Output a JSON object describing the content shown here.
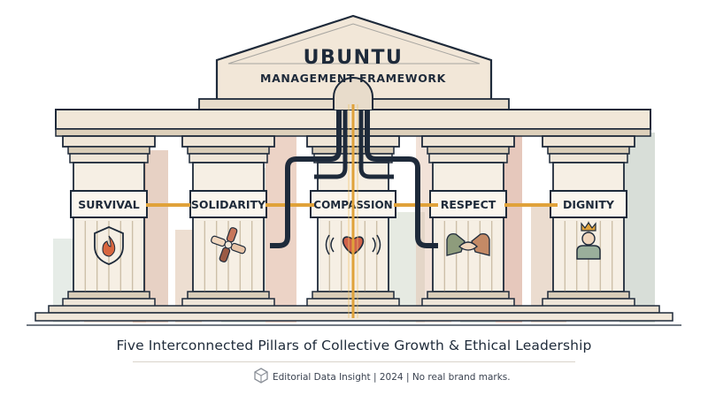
{
  "title": {
    "main": "UBUNTU",
    "sub": "MANAGEMENT FRAMEWORK"
  },
  "pillars": [
    {
      "label": "SURVIVAL",
      "icon": "flame-shield-icon"
    },
    {
      "label": "SOLIDARITY",
      "icon": "hands-together-icon"
    },
    {
      "label": "COMPASSION",
      "icon": "heart-icon"
    },
    {
      "label": "RESPECT",
      "icon": "handshake-icon"
    },
    {
      "label": "DIGNITY",
      "icon": "crowned-person-icon"
    }
  ],
  "subtitle": "Five Interconnected Pillars of Collective Growth & Ethical Leadership",
  "footer": {
    "text": "Editorial Data Insight | 2024 | No real brand marks.",
    "icon": "cube-logo-icon"
  },
  "colors": {
    "outline": "#1e2a3a",
    "stone": "#efe6d8",
    "stone_dark": "#d9cdb8",
    "connector": "#e0a23a",
    "accent_terracotta": "#c7765a",
    "accent_sage": "#9aaf9b"
  }
}
